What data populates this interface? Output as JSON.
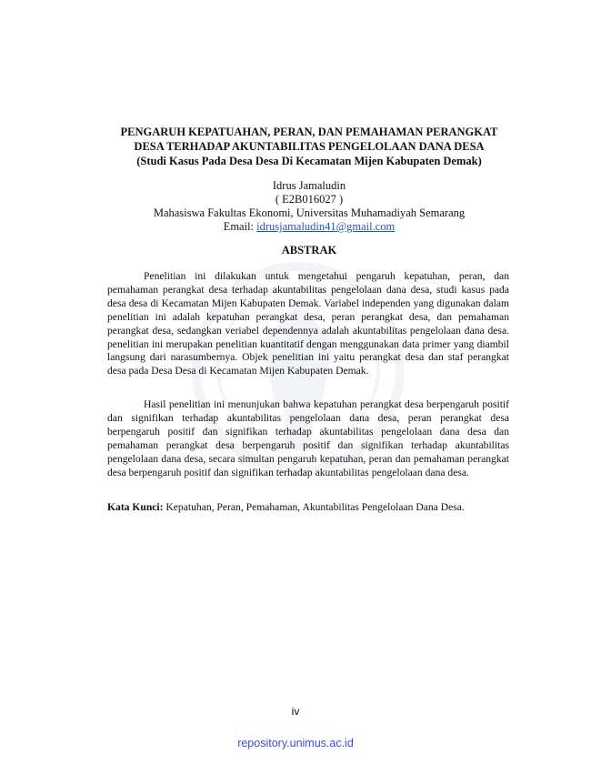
{
  "title": {
    "line1": "PENGARUH KEPATUAHAN, PERAN, DAN PEMAHAMAN PERANGKAT",
    "line2": "DESA TERHADAP AKUNTABILITAS PENGELOLAAN DANA DESA",
    "line3": "(Studi Kasus Pada Desa Desa Di Kecamatan Mijen Kabupaten Demak)"
  },
  "author": {
    "name": "Idrus Jamaludin",
    "id": "( E2B016027 )",
    "affiliation": "Mahasiswa Fakultas Ekonomi, Universitas Muhamadiyah Semarang",
    "email_label": "Email: ",
    "email": "idrusjamaludin41@gmail.com"
  },
  "abstract": {
    "heading": "ABSTRAK",
    "paragraph1": "Penelitian ini dilakukan untuk mengetahui pengaruh kepatuhan, peran, dan pemahaman perangkat desa terhadap akuntabilitas pengelolaan dana desa, studi kasus pada desa desa di Kecamatan Mijen Kabupaten Demak. Variabel independen yang digunakan dalam penelitian ini adalah kepatuhan perangkat desa, peran perangkat desa, dan pemahaman perangkat desa, sedangkan veriabel dependennya adalah akuntabilitas pengelolaan dana desa. penelitian ini merupakan penelitian kuantitatif dengan menggunakan data primer yang diambil langsung dari narasumbernya. Objek penelitian ini yaitu perangkat desa dan staf perangkat desa pada Desa Desa di Kecamatan Mijen Kabupaten Demak.",
    "paragraph2": "Hasil penelitian ini menunjukan bahwa kepatuhan perangkat desa berpengaruh positif dan signifikan terhadap akuntabilitas pengelolaan dana desa, peran perangkat desa berpengaruh positif dan signifikan terhadap akuntabilitas pengelolaan dana desa dan pemahaman perangkat desa berpengaruh positif dan signifikan terhadap akuntabilitas pengelolaan dana desa, secara simultan pengaruh kepatuhan, peran dan pemahaman perangkat desa berpengaruh positif dan signifikan terhadap akuntabilitas pengelolaan dana desa."
  },
  "keywords": {
    "label": "Kata Kunci:",
    "value": " Kepatuhan, Peran, Pemahaman, Akuntabilitas Pengelolaan Dana Desa."
  },
  "page_number": "iv",
  "watermark": "repository.unimus.ac.id",
  "colors": {
    "link": "#1a56c8",
    "watermark": "#3b4ee0",
    "seal": "#8aa0b8"
  }
}
